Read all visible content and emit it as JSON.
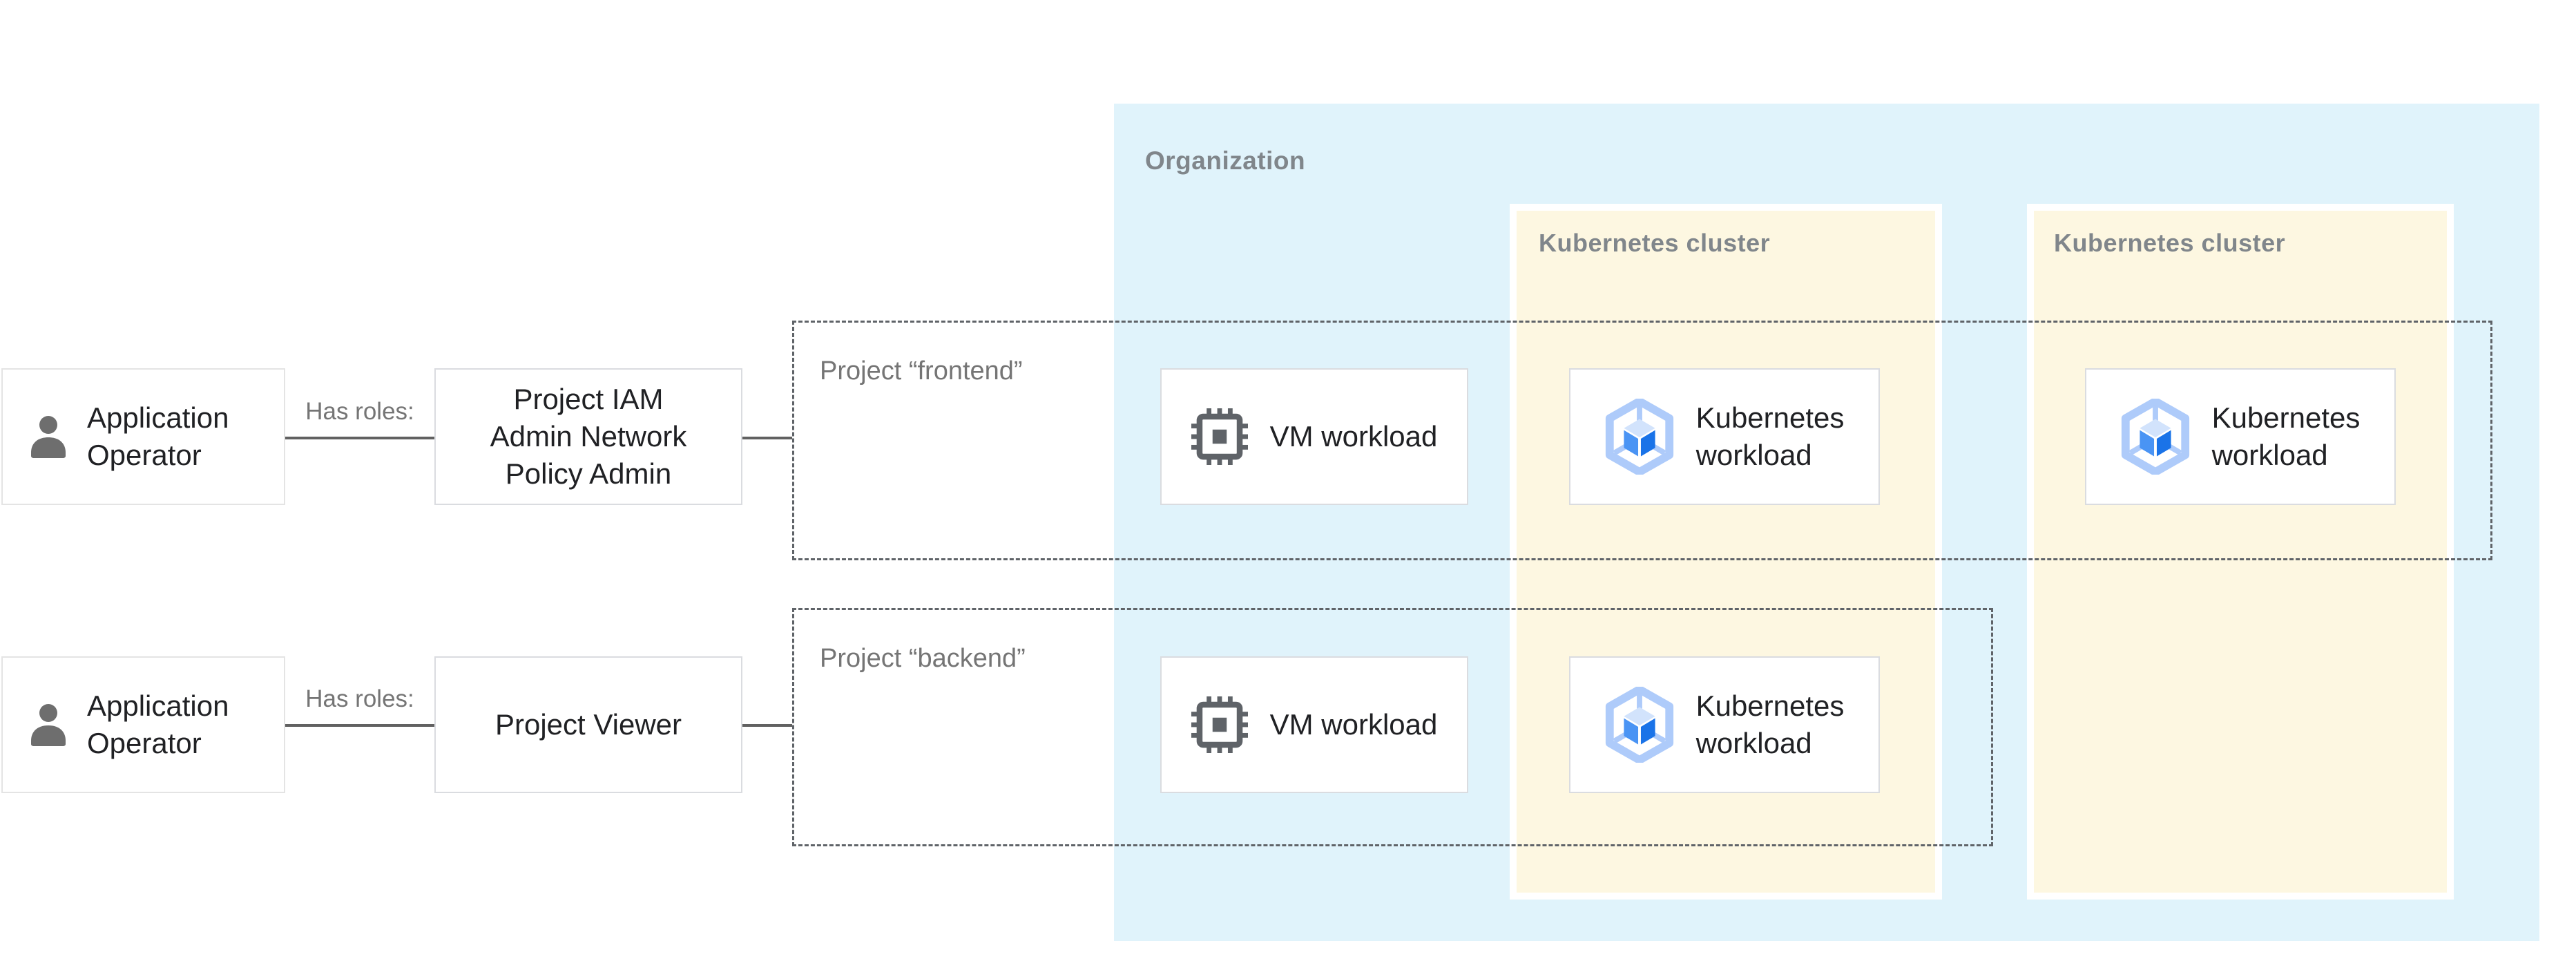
{
  "colors": {
    "organization_bg": "#e0f3fb",
    "cluster_bg": "#fdf7e1",
    "node_border": "#dadce0",
    "dashed_border": "#5f6368",
    "connector": "#616161",
    "label_gray": "#757575",
    "container_label_gray": "#80868b",
    "text_dark": "#202124",
    "person_icon_gray": "#6e6e6e",
    "chip_icon_gray": "#5f6368",
    "k8s_ring_blue": "#aecbfa",
    "k8s_cube_top": "#d2e3fc",
    "k8s_cube_left": "#4a94f4",
    "k8s_cube_right": "#1a73e8"
  },
  "organization": {
    "label": "Organization"
  },
  "clusters": [
    {
      "label": "Kubernetes cluster"
    },
    {
      "label": "Kubernetes cluster"
    }
  ],
  "projects": [
    {
      "label": "Project “frontend”"
    },
    {
      "label": "Project “backend”"
    }
  ],
  "rows": [
    {
      "actor": {
        "line1": "Application",
        "line2": "Operator",
        "icon": "person-icon"
      },
      "edge_label": "Has roles:",
      "role_lines": {
        "l1": "Project IAM",
        "l2": "Admin Network",
        "l3": "Policy Admin"
      }
    },
    {
      "actor": {
        "line1": "Application",
        "line2": "Operator",
        "icon": "person-icon"
      },
      "edge_label": "Has roles:",
      "role": "Project Viewer"
    }
  ],
  "workloads": {
    "frontend_vm": {
      "label": "VM workload",
      "icon": "cpu-chip-icon"
    },
    "frontend_k8s_cluster1": {
      "line1": "Kubernetes",
      "line2": "workload",
      "icon": "gke-hexagon-icon"
    },
    "frontend_k8s_cluster2": {
      "line1": "Kubernetes",
      "line2": "workload",
      "icon": "gke-hexagon-icon"
    },
    "backend_vm": {
      "label": "VM workload",
      "icon": "cpu-chip-icon"
    },
    "backend_k8s_cluster1": {
      "line1": "Kubernetes",
      "line2": "workload",
      "icon": "gke-hexagon-icon"
    }
  }
}
